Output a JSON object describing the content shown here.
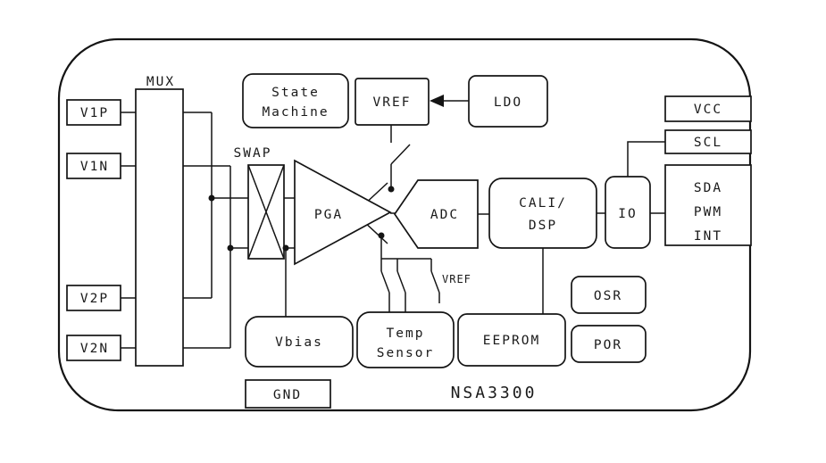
{
  "chip": {
    "part_number": "NSA3300"
  },
  "pins": {
    "v1p": "V1P",
    "v1n": "V1N",
    "v2p": "V2P",
    "v2n": "V2N",
    "vcc": "VCC",
    "scl": "SCL",
    "sda": "SDA",
    "pwm": "PWM",
    "int": "INT",
    "gnd": "GND"
  },
  "blocks": {
    "mux": "MUX",
    "swap": "SWAP",
    "state_machine": {
      "line1": "State",
      "line2": "Machine"
    },
    "vref": "VREF",
    "ldo": "LDO",
    "pga": "PGA",
    "adc": "ADC",
    "cali_dsp": {
      "line1": "CALI/",
      "line2": "DSP"
    },
    "io": "IO",
    "vbias": "Vbias",
    "temp_sensor": {
      "line1": "Temp",
      "line2": "Sensor"
    },
    "eeprom": "EEPROM",
    "osr": "OSR",
    "por": "POR",
    "vref_switch": "VREF"
  },
  "colors": {
    "ink": "#141414",
    "background": "#ffffff"
  }
}
